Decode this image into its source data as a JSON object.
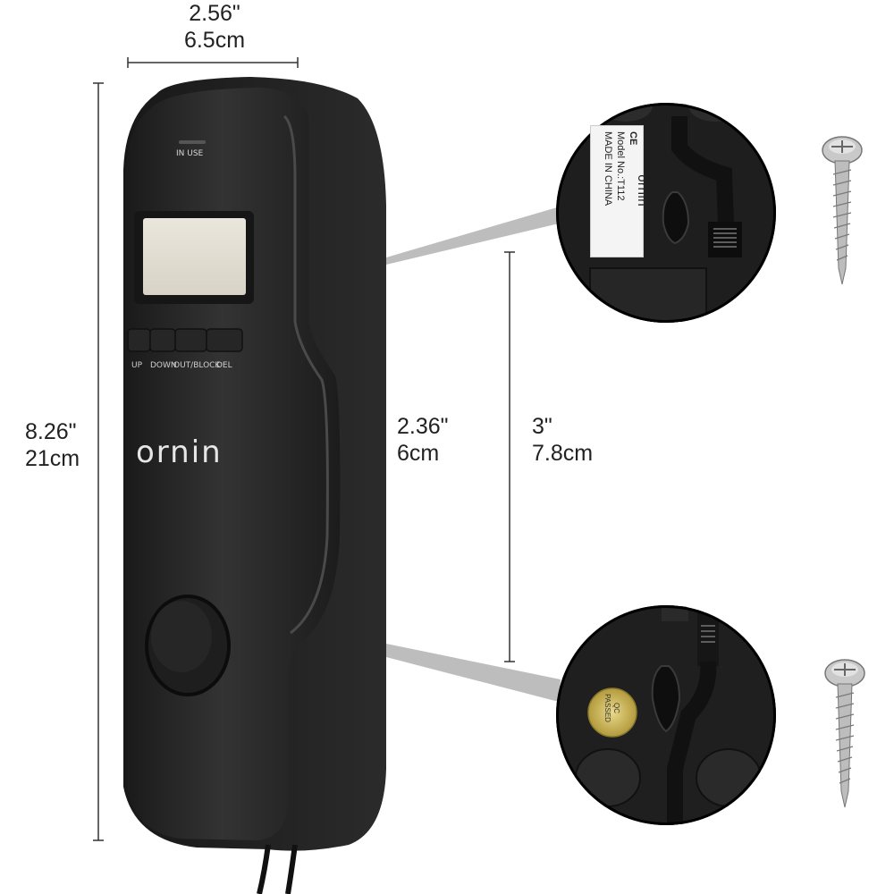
{
  "dimensions": {
    "width_in": "2.56\"",
    "width_cm": "6.5cm",
    "height_in": "8.26\"",
    "height_cm": "21cm",
    "depth_in": "2.36\"",
    "depth_cm": "6cm",
    "mount_in": "3\"",
    "mount_cm": "7.8cm"
  },
  "phone": {
    "in_use": "IN USE",
    "buttons": [
      "UP",
      "DOWN",
      "OUT/BLOCK",
      "DEL"
    ],
    "brand": "ornin"
  },
  "label": {
    "marks": "CE",
    "model": "Model No.:T112",
    "origin": "MADE IN CHINA",
    "brand": "ornin"
  },
  "qc_sticker": {
    "line1": "QC",
    "line2": "PASSED"
  },
  "colors": {
    "phone_body": "#2a2a2a",
    "background": "#ffffff"
  }
}
